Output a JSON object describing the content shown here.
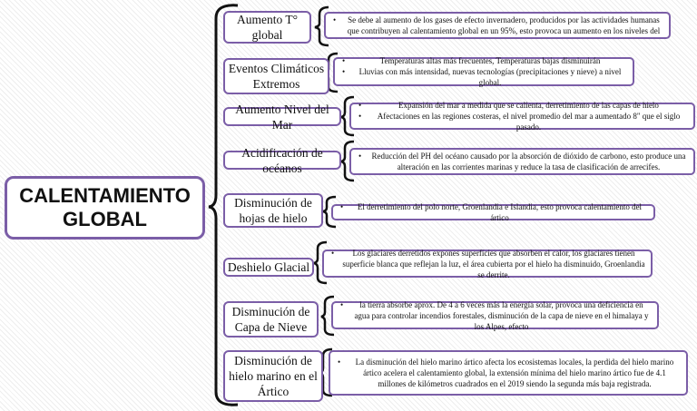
{
  "root": "CALENTAMIENTO GLOBAL",
  "accent_color": "#7b5ea7",
  "branches": [
    {
      "title": "Aumento T° global",
      "points": [
        "Se debe al aumento de los gases de efecto invernadero, producidos por las actividades humanas que contribuyen al calentamiento global en un 95%, esto provoca un aumento en los niveles del"
      ]
    },
    {
      "title": "Eventos Climáticos Extremos",
      "points": [
        "Temperaturas altas más frecuentes, Temperaturas bajas disminuirán",
        "Lluvias con más intensidad, nuevas tecnologías (precipitaciones y nieve) a nivel global."
      ]
    },
    {
      "title": "Aumento Nivel del Mar",
      "points": [
        "Expansión del mar a medida que se calienta, derretimiento de las capas de hielo",
        "Afectaciones en las regiones costeras, el nivel promedio del mar a aumentado 8\" que el siglo pasado."
      ]
    },
    {
      "title": "Acidificación de océanos",
      "points": [
        "Reducción del PH del océano causado por la absorción de dióxido de carbono, esto produce una alteración en las corrientes marinas y reduce la tasa de clasificación de arrecifes."
      ]
    },
    {
      "title": "Disminución de hojas de hielo",
      "points": [
        "El derretimiento del polo norte, Groenlandia e Islandia, esto provoca calentamiento del ártico"
      ]
    },
    {
      "title": "Deshielo Glacial",
      "points": [
        "Los glaciares derretidos expones superficies que absorben el calor, los glaciares tienen superficie blanca que reflejan la luz, el área cubierta por el hielo ha disminuido, Groenlandia se derrite."
      ]
    },
    {
      "title": "Disminución de Capa de Nieve",
      "points": [
        "la tierra absorbe aprox. De 4 a 6 veces más la energía solar, provoca una deficiencia en agua para controlar incendios forestales, disminución de la capa de nieve en el himalaya y los Alpes, efecto"
      ]
    },
    {
      "title": "Disminución de hielo marino en el Ártico",
      "points": [
        "La disminución del hielo marino ártico afecta los ecosistemas locales, la perdida del hielo marino ártico acelera el calentamiento global, la extensión mínima del hielo marino ártico fue de 4.1 millones de kilómetros cuadrados en el 2019 siendo la segunda más baja registrada."
      ]
    }
  ]
}
